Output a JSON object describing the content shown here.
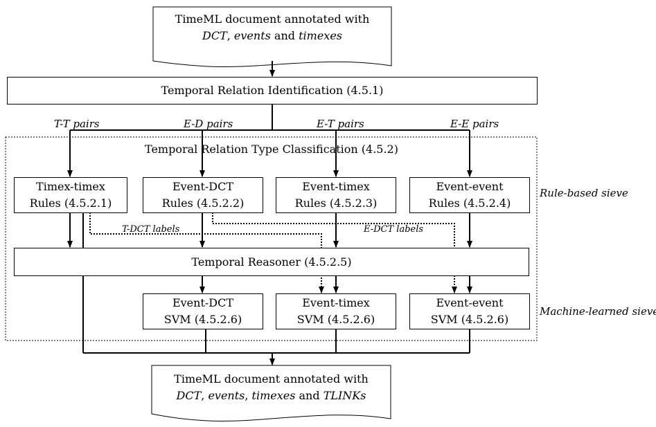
{
  "input_doc": {
    "line1": "TimeML document annotated with",
    "dct": "DCT",
    "sep1": ", ",
    "events": "events",
    "and": " and ",
    "timexes": "timexes"
  },
  "identification": {
    "label": "Temporal Relation Identification (4.5.1)"
  },
  "pairs": {
    "tt": "T-T pairs",
    "ed": "E-D pairs",
    "et": "E-T pairs",
    "ee": "E-E pairs"
  },
  "classification": {
    "title": "Temporal Relation Type Classification (4.5.2)"
  },
  "rules": {
    "timex_timex": {
      "line1": "Timex-timex",
      "line2": "Rules (4.5.2.1)"
    },
    "event_dct": {
      "line1": "Event-DCT",
      "line2": "Rules (4.5.2.2)"
    },
    "event_timex": {
      "line1": "Event-timex",
      "line2": "Rules (4.5.2.3)"
    },
    "event_event": {
      "line1": "Event-event",
      "line2": "Rules (4.5.2.4)"
    }
  },
  "dct_labels": {
    "t": "T-DCT labels",
    "e": "E-DCT labels"
  },
  "reasoner": {
    "label": "Temporal Reasoner (4.5.2.5)"
  },
  "svm": {
    "event_dct": {
      "line1": "Event-DCT",
      "line2": "SVM (4.5.2.6)"
    },
    "event_timex": {
      "line1": "Event-timex",
      "line2": "SVM (4.5.2.6)"
    },
    "event_event": {
      "line1": "Event-event",
      "line2": "SVM (4.5.2.6)"
    }
  },
  "sieves": {
    "rule_based": "Rule-based sieve",
    "machine_learned": "Machine-learned sieve"
  },
  "output_doc": {
    "line1": "TimeML document annotated with",
    "dct": "DCT",
    "sep1": ", ",
    "events": "events",
    "sep2": ", ",
    "timexes": "timexes",
    "and": " and ",
    "tlinks": "TLINKs"
  }
}
